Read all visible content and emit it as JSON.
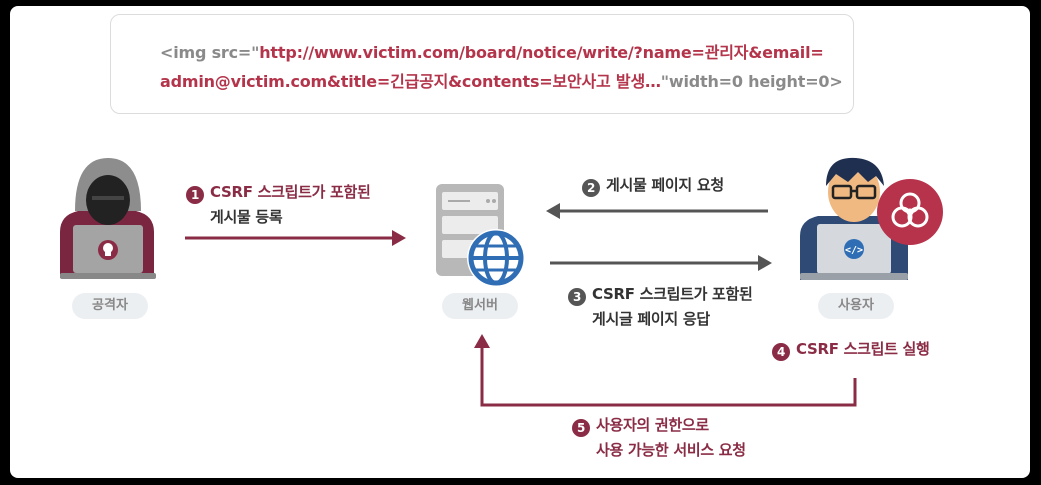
{
  "code": {
    "prefix": "<img src=\"",
    "url1": "http://www.victim.com/board/notice/write/?name=관리자&email=",
    "url2": "admin@victim.com&title=긴급공지&contents=보안사고 발생…",
    "suffix": "\"width=0 height=0>"
  },
  "actors": {
    "attacker": "공격자",
    "server": "웹서버",
    "user": "사용자"
  },
  "steps": [
    {
      "num": "1",
      "line1": "CSRF 스크립트가 포함된",
      "line2": "게시물 등록"
    },
    {
      "num": "2",
      "line1": "게시물 페이지 요청"
    },
    {
      "num": "3",
      "line1": "CSRF 스크립트가 포함된",
      "line2": "게시글 페이지 응답"
    },
    {
      "num": "4",
      "line1": "CSRF 스크립트 실행"
    },
    {
      "num": "5",
      "line1": "사용자의 권한으로",
      "line2": "사용 가능한 서비스 요청"
    }
  ],
  "colors": {
    "accent": "#8a2c45",
    "gray_arrow": "#555555"
  },
  "icons": [
    "hacker-icon",
    "server-icon",
    "globe-icon",
    "user-icon",
    "biohazard-icon",
    "code-icon",
    "skull-icon"
  ]
}
